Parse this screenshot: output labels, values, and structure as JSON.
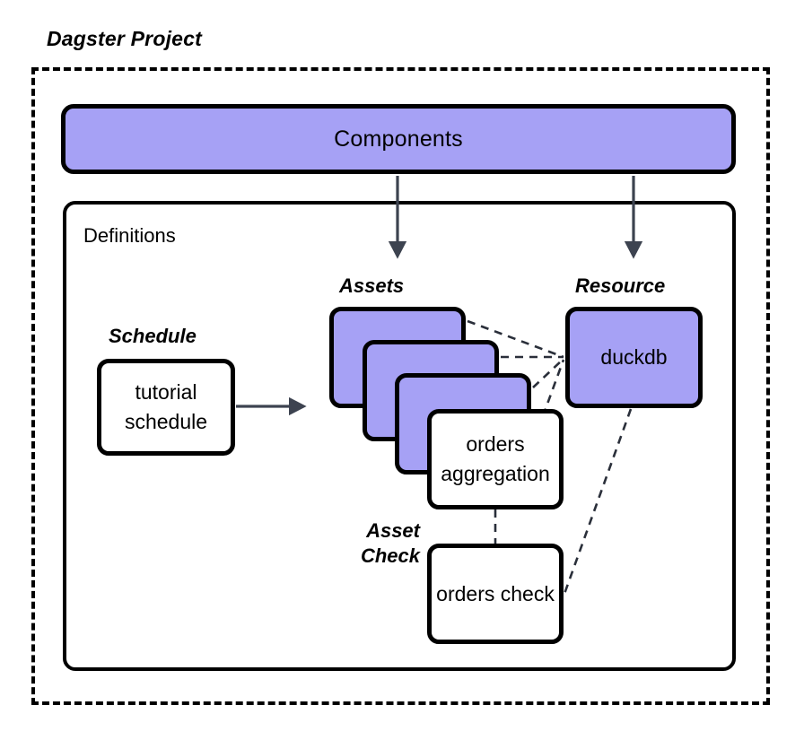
{
  "diagram": {
    "title": "Dagster Project",
    "colors": {
      "accent_purple": "#A6A1F5",
      "outline": "#000000",
      "arrow": "#3D4350",
      "background": "#FFFFFF"
    }
  },
  "components": {
    "label": "Components"
  },
  "definitions": {
    "label": "Definitions"
  },
  "captions": {
    "assets": "Assets",
    "resource": "Resource",
    "schedule": "Schedule",
    "asset_check": "Asset Check"
  },
  "nodes": {
    "asset_stack": [
      {
        "label": "",
        "fill": "purple"
      },
      {
        "label": "",
        "fill": "purple"
      },
      {
        "label": "",
        "fill": "purple"
      }
    ],
    "orders_aggregation": {
      "label": "orders aggregation",
      "fill": "white"
    },
    "orders_check": {
      "label": "orders check",
      "fill": "white"
    },
    "duckdb": {
      "label": "duckdb",
      "fill": "purple"
    },
    "tutorial_schedule": {
      "label": "tutorial schedule",
      "fill": "white"
    }
  },
  "edges": [
    {
      "from": "components",
      "to": "assets",
      "style": "solid-arrow"
    },
    {
      "from": "components",
      "to": "resource",
      "style": "solid-arrow"
    },
    {
      "from": "tutorial-schedule",
      "to": "assets",
      "style": "solid-arrow"
    },
    {
      "from": "asset-1",
      "to": "duckdb",
      "style": "dashed"
    },
    {
      "from": "asset-2",
      "to": "duckdb",
      "style": "dashed"
    },
    {
      "from": "asset-3",
      "to": "duckdb",
      "style": "dashed"
    },
    {
      "from": "orders-aggregation",
      "to": "duckdb",
      "style": "dashed"
    },
    {
      "from": "orders-aggregation",
      "to": "orders-check",
      "style": "dashed"
    },
    {
      "from": "duckdb",
      "to": "orders-check",
      "style": "dashed"
    }
  ]
}
